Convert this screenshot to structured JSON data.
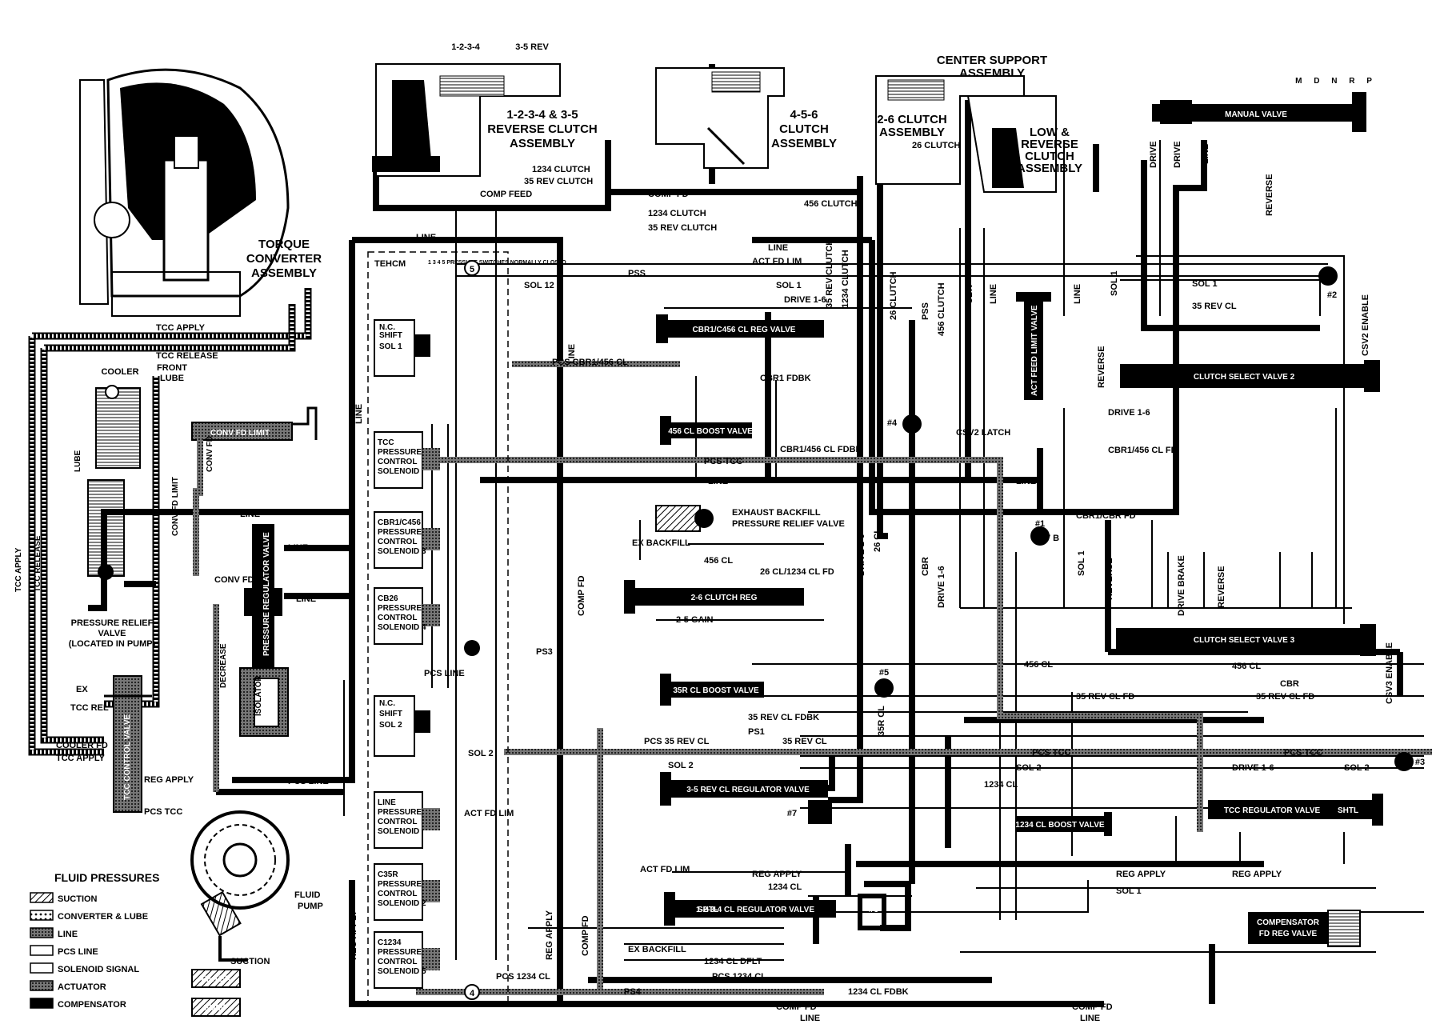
{
  "shift_pattern": "M D N R P",
  "assemblies": {
    "clutch_1234": "1-2-3-4",
    "clutch_35rev": "3-5 REV",
    "rev_clutch_assy_1": "1-2-3-4 & 3-5",
    "rev_clutch_assy_2": "REVERSE CLUTCH",
    "rev_clutch_assy_3": "ASSEMBLY",
    "c456_1": "4-5-6",
    "c456_2": "CLUTCH",
    "c456_3": "ASSEMBLY",
    "center_support_1": "CENTER SUPPORT",
    "center_support_2": "ASSEMBLY",
    "c26_1": "2-6 CLUTCH",
    "c26_2": "ASSEMBLY",
    "low_rev_1": "LOW &",
    "low_rev_2": "REVERSE",
    "low_rev_3": "CLUTCH",
    "low_rev_4": "ASSEMBLY",
    "tc_1": "TORQUE",
    "tc_2": "CONVERTER",
    "tc_3": "ASSEMBLY",
    "fluid_pump_1": "FLUID",
    "fluid_pump_2": "PUMP",
    "filter": "FILTER",
    "sump": "SUMP",
    "cooler": "COOLER",
    "front_lube_1": "FRONT",
    "front_lube_2": "LUBE",
    "tehcm": "TEHCM",
    "pressure_switches": "1 3 4 5 PRESSURE SWITCHES NORMALLY CLOSED"
  },
  "valves": {
    "manual": "MANUAL VALVE",
    "csv2": "CLUTCH SELECT VALVE 2",
    "csv3": "CLUTCH SELECT VALVE 3",
    "cbr456_reg": "CBR1/C456 CL REG VALVE",
    "c456_boost": "456 CL BOOST VALVE",
    "c26_reg": "2-6 CLUTCH REG",
    "c35r_boost": "35R CL BOOST VALVE",
    "c35r_reg": "3-5 REV CL REGULATOR VALVE",
    "c1234_reg": "1-2-3-4 CL REGULATOR VALVE",
    "c1234_boost": "1234 CL BOOST VALVE",
    "tcc_reg": "TCC REGULATOR VALVE",
    "comp_fd_reg_1": "COMPENSATOR",
    "comp_fd_reg_2": "FD REG VALVE",
    "act_feed_limit": "ACT FEED LIMIT VALVE",
    "conv_fd_limit": "CONV FD LIMIT",
    "pressure_reg": "PRESSURE REGULATOR VALVE",
    "tcc_control": "TCC CONTROL VALVE",
    "isolator": "ISOLATOR",
    "exhaust_backfill_1": "EXHAUST BACKFILL",
    "exhaust_backfill_2": "PRESSURE RELIEF VALVE",
    "pressure_relief_1": "PRESSURE RELIEF",
    "pressure_relief_2": "VALVE",
    "pressure_relief_3": "(LOCATED IN PUMP)",
    "shtl": "SHTL"
  },
  "solenoids": [
    {
      "id": "shift1",
      "l1": "SHIFT",
      "l2": "SOL 1",
      "l3": "N.C."
    },
    {
      "id": "tcc",
      "l1": "TCC",
      "l2": "PRESSURE",
      "l3": "CONTROL",
      "l4": "SOLENOID"
    },
    {
      "id": "cbr",
      "l1": "CBR1/C456",
      "l2": "PRESSURE",
      "l3": "CONTROL",
      "l4": "SOLENOID 3"
    },
    {
      "id": "cb26",
      "l1": "CB26",
      "l2": "PRESSURE",
      "l3": "CONTROL",
      "l4": "SOLENOID 4"
    },
    {
      "id": "shift2",
      "l1": "SHIFT",
      "l2": "SOL 2",
      "l3": "N.C."
    },
    {
      "id": "line",
      "l1": "LINE",
      "l2": "PRESSURE",
      "l3": "CONTROL",
      "l4": "SOLENOID"
    },
    {
      "id": "c35r",
      "l1": "C35R",
      "l2": "PRESSURE",
      "l3": "CONTROL",
      "l4": "SOLENOID 2"
    },
    {
      "id": "c1234",
      "l1": "C1234",
      "l2": "PRESSURE",
      "l3": "CONTROL",
      "l4": "SOLENOID 5"
    }
  ],
  "passages": {
    "line": "LINE",
    "comp_feed": "COMP FEED",
    "comp_fd": "COMP FD",
    "cl1234": "1234 CLUTCH",
    "cl35rev": "35 REV CLUTCH",
    "cl456": "456 CLUTCH",
    "cl26": "26 CLUTCH",
    "act_fd_lim": "ACT FD LIM",
    "sol1": "SOL 1",
    "sol2": "SOL 2",
    "pss": "PSS",
    "drive16": "DRIVE 1-6",
    "pcs_tcc": "PCS TCC",
    "pcs_line": "PCS LINE",
    "csv2_latch": "CSV2 LATCH",
    "cbr456_fd": "CBR1/456 CL FD",
    "cbr_cbr_fd": "CBR1/CBR FD",
    "drv_b": "DRV B",
    "ex_backfill": "EX BACKFILL",
    "cl456s": "456 CL",
    "cl26_1234": "26 CL/1234 CL FD",
    "cl35_rev_fd": "35 REV CL FD",
    "reg_apply": "REG APPLY",
    "cl1234_fdbk": "1234 CL FDBK",
    "pcs_1234": "PCS 1234 CL",
    "c1234_dflt": "1234 CL DFLT",
    "ps4": "PS4",
    "ps3": "PS3",
    "tcc_apply": "TCC APPLY",
    "tcc_release": "TCC RELEASE",
    "cooler_fd": "COOLER FD",
    "conv_fd": "CONV FD",
    "conv_fd_limit": "CONV FD LIMIT",
    "tcc_rel": "TCC REL",
    "lube": "LUBE",
    "decrease": "DECREASE",
    "suction": "SUCTION",
    "pcs_cbr456": "PCS CBR1/456 CL",
    "cbr1_fdbk": "CBR1 FDBK",
    "cbr_456_fdbk": "CBR1/456 CL FDBK",
    "reverse": "REVERSE",
    "drive": "DRIVE",
    "csv2_enable": "CSV2 ENABLE",
    "csv3_enable": "CSV3 ENABLE",
    "cl35_rev": "35 REV CL",
    "pcs_35rev": "PCS 35 REV CL",
    "ps1": "PS1",
    "cl35r_fdbk": "35 REV CL FDBK",
    "cl1234s": "1234 CL",
    "cbr": "CBR",
    "drive_brake": "DRIVE BRAKE",
    "ex": "EX",
    "sol12": "SOL 12",
    "cl26s": "26 CL",
    "cl35rs": "35R CL",
    "gain": "2-5 GAIN"
  },
  "markers": {
    "m1": "#1",
    "m2": "#2",
    "m3": "#3",
    "m4": "#4",
    "m5": "#5",
    "m6": "#6",
    "m7": "#7",
    "c4": "4",
    "c5": "5"
  },
  "legend": {
    "title": "FLUID PRESSURES",
    "items": [
      "SUCTION",
      "CONVERTER & LUBE",
      "LINE",
      "PCS LINE",
      "SOLENOID SIGNAL",
      "ACTUATOR",
      "COMPENSATOR"
    ]
  }
}
